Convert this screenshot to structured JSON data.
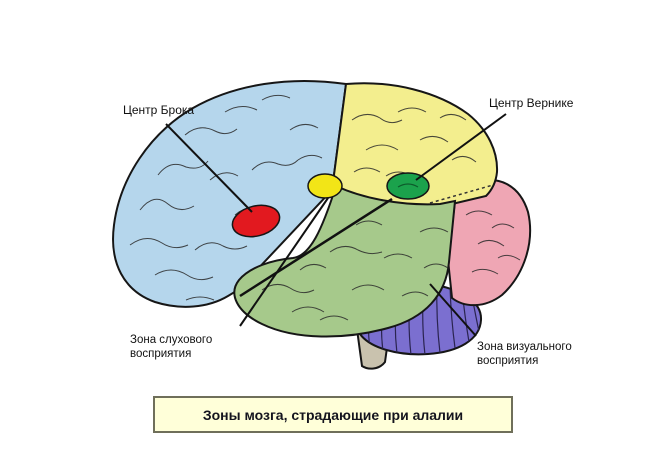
{
  "diagram": {
    "labels": {
      "broca": "Центр Брока",
      "wernicke": "Центр Вернике",
      "auditory_line1": "Зона слухового",
      "auditory_line2": "восприятия",
      "visual_line1": "Зона визуального",
      "visual_line2": "восприятия"
    },
    "caption": "Зоны мозга, страдающие при алалии",
    "colors": {
      "frontal_lobe": "#b5d6ec",
      "parietal_lobe": "#f3ee8e",
      "temporal_lobe": "#a6c98b",
      "occipital_lobe": "#efa6b4",
      "cerebellum": "#7b6fd0",
      "brain_stem": "#c9c2ae",
      "broca_spot": "#e2191f",
      "parietal_spot": "#f2e517",
      "wernicke_spot": "#1ba24c",
      "caption_bg": "#ffffd9",
      "caption_border": "#6f6f5a"
    }
  }
}
